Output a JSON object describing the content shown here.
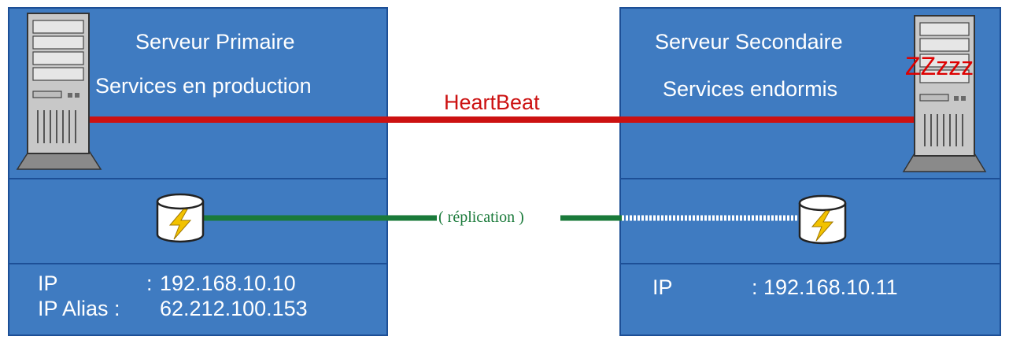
{
  "primary": {
    "title": "Serveur Primaire",
    "subtitle": "Services en production",
    "ip_label": "IP",
    "ip_sep": ":",
    "ip_value": "192.168.10.10",
    "alias_label": "IP Alias :",
    "alias_value": "62.212.100.153"
  },
  "secondary": {
    "title": "Serveur Secondaire",
    "subtitle": "Services endormis",
    "sleep_text": "ZZzzz",
    "ip_label": "IP",
    "ip_value": ": 192.168.10.11"
  },
  "links": {
    "heartbeat": "HeartBeat",
    "replication": "( réplication )"
  },
  "colors": {
    "panel": "#3f7bc1",
    "heartbeat": "#cc1111",
    "replication": "#1a7a3a",
    "sleep": "#dd0000"
  },
  "icons": [
    "server-tower-icon",
    "database-lightning-icon"
  ]
}
